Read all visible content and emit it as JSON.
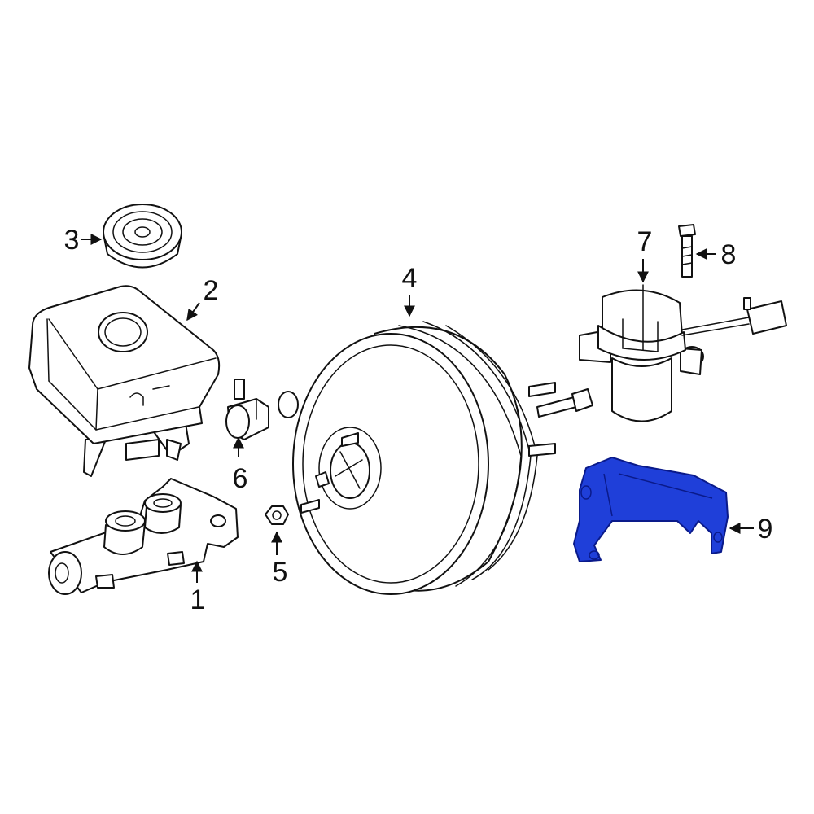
{
  "callouts": {
    "c1": "1",
    "c2": "2",
    "c3": "3",
    "c4": "4",
    "c5": "5",
    "c6": "6",
    "c7": "7",
    "c8": "8",
    "c9": "9"
  },
  "colors": {
    "highlight": "#1f3fd9",
    "line": "#111111",
    "background": "#ffffff"
  }
}
